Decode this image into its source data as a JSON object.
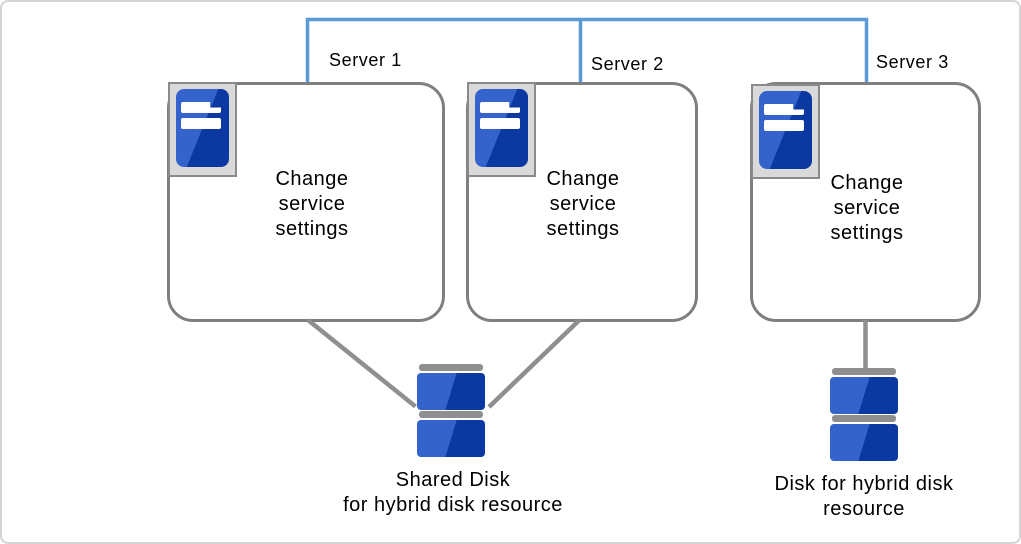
{
  "servers": [
    {
      "label": "Server 1",
      "body": "Change service settings"
    },
    {
      "label": "Server 2",
      "body": "Change service settings"
    },
    {
      "label": "Server 3",
      "body": "Change service settings"
    }
  ],
  "disks": [
    {
      "lines": [
        "Shared Disk",
        "for hybrid disk resource"
      ]
    },
    {
      "lines": [
        "Disk for hybrid disk",
        "resource"
      ]
    }
  ],
  "icons": {
    "server": "server-tower-icon",
    "disk": "disk-stack-icon"
  },
  "colors": {
    "network_line": "#5B9BD5",
    "connector_line": "#8F8F8F",
    "box_border": "#7F7F7F",
    "icon_frame_bg": "#D9D9D9",
    "icon_frame_border": "#8A8A8A",
    "icon_blue_light": "#3463CC",
    "icon_blue_dark": "#0B38A1",
    "disk_gray": "#8F8F8F",
    "frame_border": "#D5D5D5",
    "background": "#FFFFFF",
    "text": "#000000"
  }
}
